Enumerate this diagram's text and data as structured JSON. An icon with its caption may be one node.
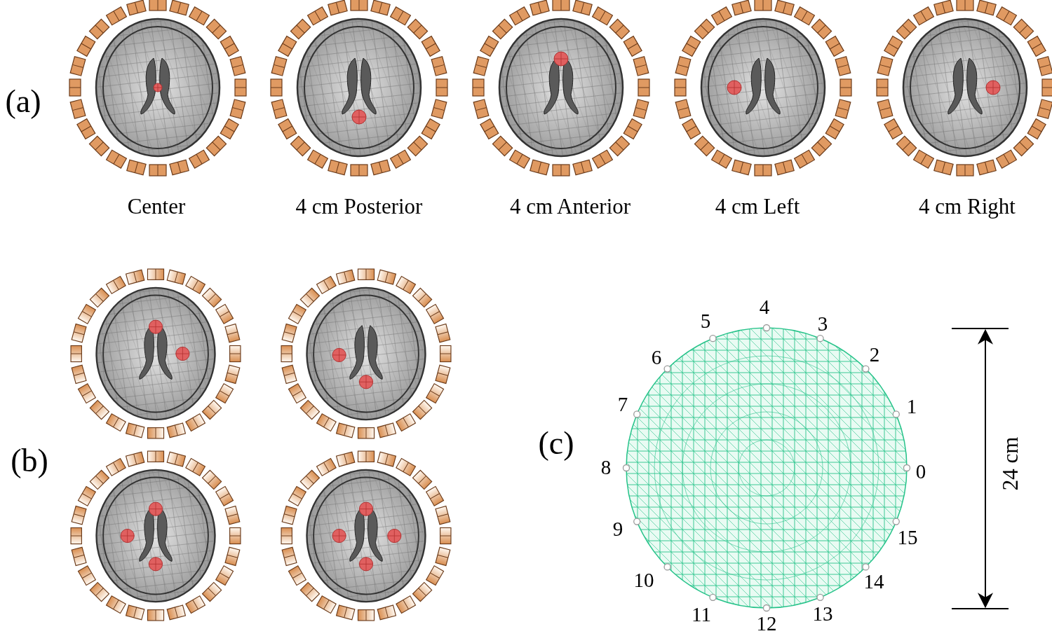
{
  "diagram": {
    "labels": [
      "(a)",
      "Center",
      "4 cm Posterior",
      "4 cm Anterior",
      "4 cm Left",
      "4 cm Right",
      "(b)",
      "(c)",
      "4",
      "5",
      "3",
      "6",
      "2",
      "7",
      "1",
      "8",
      "0",
      "9",
      "15",
      "10",
      "14",
      "11",
      "13",
      "12",
      "24 cm"
    ]
  }
}
